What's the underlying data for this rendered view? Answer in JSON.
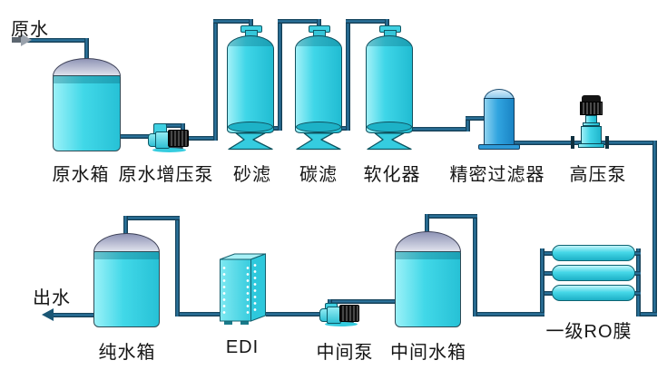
{
  "diagram": {
    "type": "water-treatment-process-flow",
    "inlet": {
      "label": "原水",
      "direction": "in"
    },
    "outlet": {
      "label": "出水",
      "direction": "out"
    },
    "equipment": [
      {
        "id": "raw-water-tank",
        "label": "原水箱"
      },
      {
        "id": "booster-pump",
        "label": "原水增压泵"
      },
      {
        "id": "sand-filter",
        "label": "砂滤"
      },
      {
        "id": "carbon-filter",
        "label": "碳滤"
      },
      {
        "id": "softener",
        "label": "软化器"
      },
      {
        "id": "precision-filter",
        "label": "精密过滤器"
      },
      {
        "id": "high-pressure-pump",
        "label": "高压泵"
      },
      {
        "id": "ro-membrane-stage1",
        "label": "一级RO膜"
      },
      {
        "id": "intermediate-tank",
        "label": "中间水箱"
      },
      {
        "id": "intermediate-pump",
        "label": "中间泵"
      },
      {
        "id": "edi-module",
        "label": "EDI"
      },
      {
        "id": "pure-water-tank",
        "label": "纯水箱"
      }
    ],
    "flow_order": [
      "原水",
      "原水箱",
      "原水增压泵",
      "砂滤",
      "碳滤",
      "软化器",
      "精密过滤器",
      "高压泵",
      "一级RO膜",
      "中间水箱",
      "中间泵",
      "EDI",
      "纯水箱",
      "出水"
    ],
    "colors": {
      "pipe": "#1d5d7c",
      "equipment_cyan": "#3fd6e6",
      "tank_dome_gray": "#b7bbd2",
      "precision_filter_blue": "#2f9fdd",
      "motor_black": "#1f1f1f",
      "rivet_white": "#ffffff",
      "label_text": "#151515",
      "background": "#ffffff"
    }
  }
}
